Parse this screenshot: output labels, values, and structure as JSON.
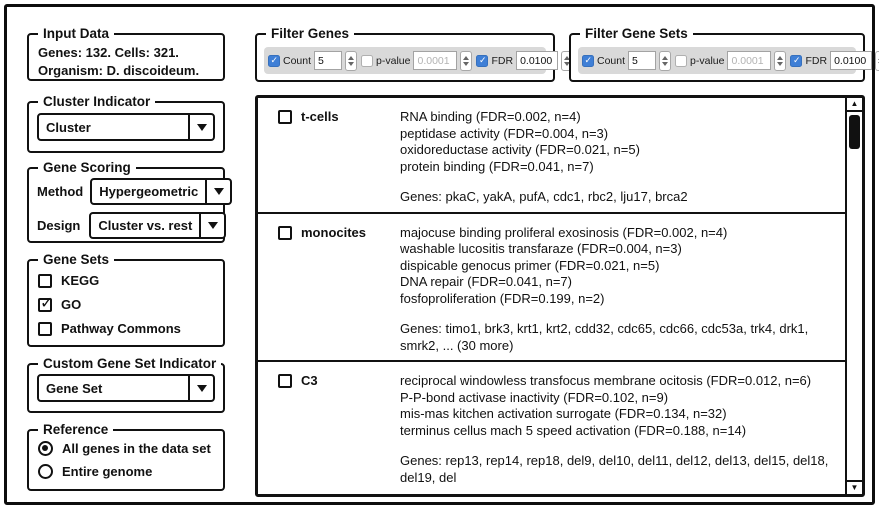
{
  "icons": {
    "scrollbar_up_icon": "▲",
    "scrollbar_down_icon": "▼",
    "checkbox_check_icon": "✓",
    "combo_arrow_icon": "▼"
  },
  "colors": {
    "ink": "#111111",
    "accent_blue": "#3f7fd6",
    "filter_bar_bg": "#d9d9d9",
    "disabled_text": "#b3b3b3"
  },
  "sidebar": {
    "input_data": {
      "title": "Input Data",
      "line1": "Genes: 132. Cells: 321.",
      "line2": "Organism: D. discoideum."
    },
    "cluster_indicator": {
      "title": "Cluster Indicator",
      "value": "Cluster"
    },
    "gene_scoring": {
      "title": "Gene Scoring",
      "method_label": "Method",
      "method_value": "Hypergeometric",
      "design_label": "Design",
      "design_value": "Cluster vs. rest"
    },
    "gene_sets": {
      "title": "Gene Sets",
      "options": [
        {
          "label": "KEGG",
          "checked": false
        },
        {
          "label": "GO",
          "checked": true
        },
        {
          "label": "Pathway Commons",
          "checked": false
        }
      ]
    },
    "custom_gene_set_indicator": {
      "title": "Custom Gene Set Indicator",
      "value": "Gene Set"
    },
    "reference": {
      "title": "Reference",
      "options": [
        {
          "label": "All genes in the data set",
          "selected": true
        },
        {
          "label": "Entire genome",
          "selected": false
        }
      ]
    }
  },
  "filters": [
    {
      "title": "Filter Genes",
      "controls": {
        "count": {
          "label": "Count",
          "checked": true,
          "value": "5"
        },
        "p_value": {
          "label": "p-value",
          "checked": false,
          "disabled": true,
          "value": "0.0001"
        },
        "fdr": {
          "label": "FDR",
          "checked": true,
          "value": "0.0100"
        }
      }
    },
    {
      "title": "Filter Gene Sets",
      "controls": {
        "count": {
          "label": "Count",
          "checked": true,
          "value": "5"
        },
        "p_value": {
          "label": "p-value",
          "checked": false,
          "disabled": true,
          "value": "0.0001"
        },
        "fdr": {
          "label": "FDR",
          "checked": true,
          "value": "0.0100"
        }
      }
    }
  ],
  "results": [
    {
      "name": "t-cells",
      "checked": false,
      "terms": [
        "RNA binding (FDR=0.002, n=4)",
        "peptidase activity (FDR=0.004, n=3)",
        "oxidoreductase activity (FDR=0.021, n=5)",
        "protein binding (FDR=0.041, n=7)"
      ],
      "genes": "Genes: pkaC, yakA, pufA, cdc1, rbc2, lju17, brca2"
    },
    {
      "name": "monocites",
      "checked": false,
      "terms": [
        "majocuse binding proliferal exosinosis (FDR=0.002, n=4)",
        "washable lucositis transfaraze (FDR=0.004, n=3)",
        "dispicable genocus primer (FDR=0.021, n=5)",
        "DNA repair (FDR=0.041, n=7)",
        "fosfoproliferation (FDR=0.199, n=2)"
      ],
      "genes": "Genes: timo1, brk3, krt1, krt2, cdd32, cdc65, cdc66, cdc53a, trk4, drk1, smrk2, ... (30 more)"
    },
    {
      "name": "C3",
      "checked": false,
      "terms": [
        "reciprocal windowless transfocus membrane ocitosis (FDR=0.012, n=6)",
        "P-P-bond activase inactivity (FDR=0.102, n=9)",
        "mis-mas kitchen activation surrogate (FDR=0.134, n=32)",
        "terminus cellus mach 5 speed activation (FDR=0.188, n=14)"
      ],
      "genes": "Genes: rep13, rep14, rep18, del9, del10, del11, del12, del13, del15, del18, del19, del"
    }
  ]
}
